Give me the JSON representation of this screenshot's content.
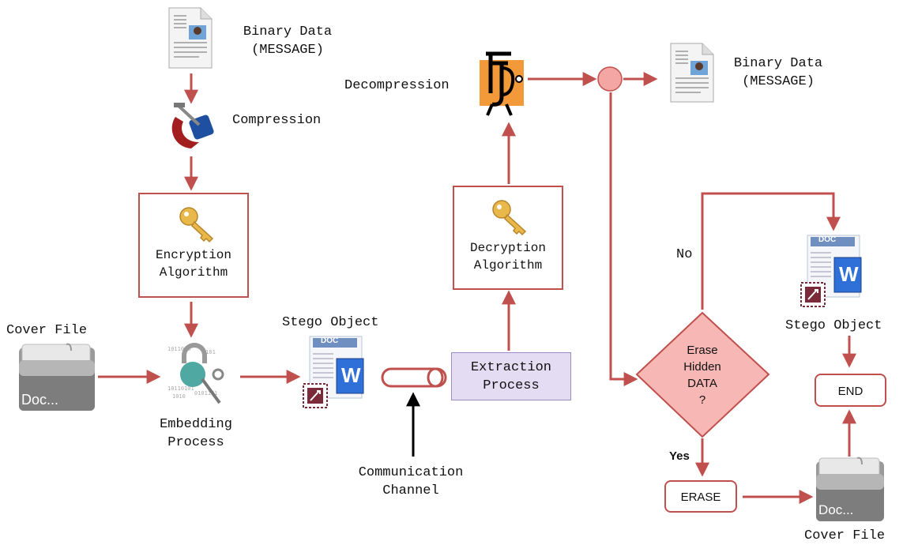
{
  "labels": {
    "binary_data_top": "Binary Data\n(MESSAGE)",
    "compression": "Compression",
    "encryption": "Encryption\nAlgorithm",
    "cover_file_left": "Cover File",
    "embedding": "Embedding\nProcess",
    "stego_object_mid": "Stego Object",
    "extraction": "Extraction\nProcess",
    "communication": "Communication\nChannel",
    "decryption": "Decryption\nAlgorithm",
    "decompression": "Decompression",
    "binary_data_right": "Binary Data\n(MESSAGE)",
    "no": "No",
    "yes": "Yes",
    "erase_decision": "Erase\nHidden\nDATA\n?",
    "erase_button": "ERASE",
    "end_button": "END",
    "stego_object_right": "Stego Object",
    "cover_file_right": "Cover File"
  },
  "icons": {
    "doc_tag": "DOC",
    "folder_tag": "Doc...",
    "word_letter": "W"
  },
  "colors": {
    "arrow": "#c0504d",
    "decision_fill": "#f7b7b5",
    "extraction_fill": "#e4dcf2",
    "key": "#e8b84a"
  }
}
